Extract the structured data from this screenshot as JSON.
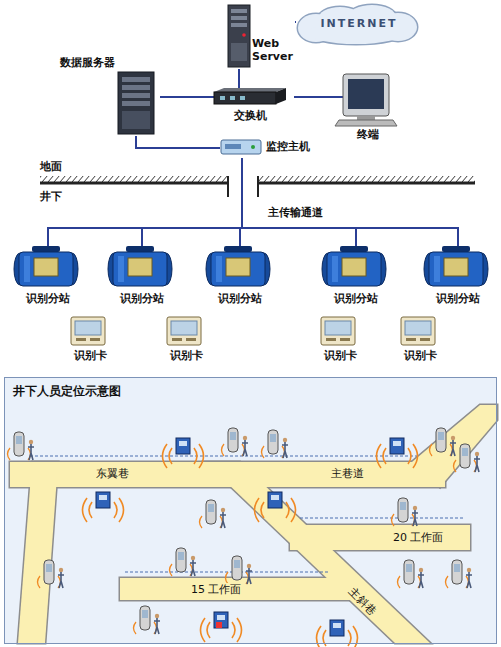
{
  "diagram": {
    "nodes": [
      {
        "text": [
          "INTERNET"
        ]
      },
      {
        "text": [
          "Web Server"
        ]
      },
      {
        "text": [
          "数据服务器"
        ]
      },
      {
        "text": [
          "交换机"
        ]
      },
      {
        "text": [
          "终端"
        ]
      },
      {
        "text": [
          "监控主机"
        ]
      },
      {
        "text": [
          "识别分站"
        ]
      },
      {
        "text": [
          "识别分站"
        ]
      },
      {
        "text": [
          "识别分站"
        ]
      },
      {
        "text": [
          "识别分站"
        ]
      },
      {
        "text": [
          "识别分站"
        ]
      },
      {
        "text": [
          "识别卡"
        ]
      },
      {
        "text": [
          "识别卡"
        ]
      },
      {
        "text": [
          "识别卡"
        ]
      },
      {
        "text": [
          "识别卡"
        ]
      },
      {
        "text": [
          "井下人员定位示意图"
        ]
      }
    ],
    "edges": [
      {
        "from": 1,
        "to": 0,
        "arrow": "none"
      },
      {
        "from": 1,
        "to": 3,
        "arrow": "none"
      },
      {
        "from": 2,
        "to": 3,
        "arrow": "none"
      },
      {
        "from": 3,
        "to": 4,
        "arrow": "none"
      },
      {
        "from": 2,
        "to": 5,
        "arrow": "none"
      },
      {
        "from": 5,
        "to": 6,
        "arrow": "none"
      },
      {
        "from": 5,
        "to": 7,
        "arrow": "none"
      },
      {
        "from": 5,
        "to": 8,
        "arrow": "none"
      },
      {
        "from": 5,
        "to": 9,
        "arrow": "none"
      },
      {
        "from": 5,
        "to": 10,
        "arrow": "none"
      }
    ],
    "labels": [
      "地面",
      "井下",
      "主传输通道",
      "东翼巷",
      "主巷道",
      "20 工作面",
      "15 工作面",
      "主斜巷"
    ]
  }
}
